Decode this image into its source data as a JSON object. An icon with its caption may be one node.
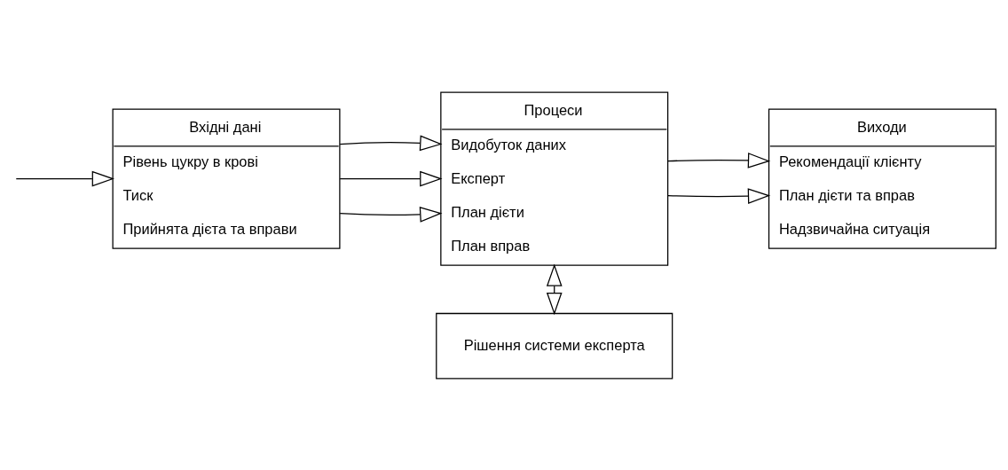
{
  "diagram": {
    "nodes": [
      {
        "text": [
          "Вхідні дані",
          "Рівень цукру в крові",
          "Тиск",
          "Прийнята дієта та вправи"
        ]
      },
      {
        "text": [
          "Процеси",
          "Видобуток даних",
          "Експерт",
          "План дієти",
          "План вправ"
        ]
      },
      {
        "text": [
          "Виходи",
          "Рекомендації клієнту",
          "План дієти та вправ",
          "Надзвичайна ситуація"
        ]
      },
      {
        "text": [
          "Рішення системи експерта"
        ]
      }
    ],
    "edges": [
      {
        "from": null,
        "to": 0,
        "arrow": "to"
      },
      {
        "from": 0,
        "to": 1,
        "arrow": "to"
      },
      {
        "from": 0,
        "to": 1,
        "arrow": "to"
      },
      {
        "from": 0,
        "to": 1,
        "arrow": "to"
      },
      {
        "from": 1,
        "to": 2,
        "arrow": "to"
      },
      {
        "from": 1,
        "to": 2,
        "arrow": "to"
      },
      {
        "from": 1,
        "to": 3,
        "arrow": "both"
      }
    ]
  }
}
